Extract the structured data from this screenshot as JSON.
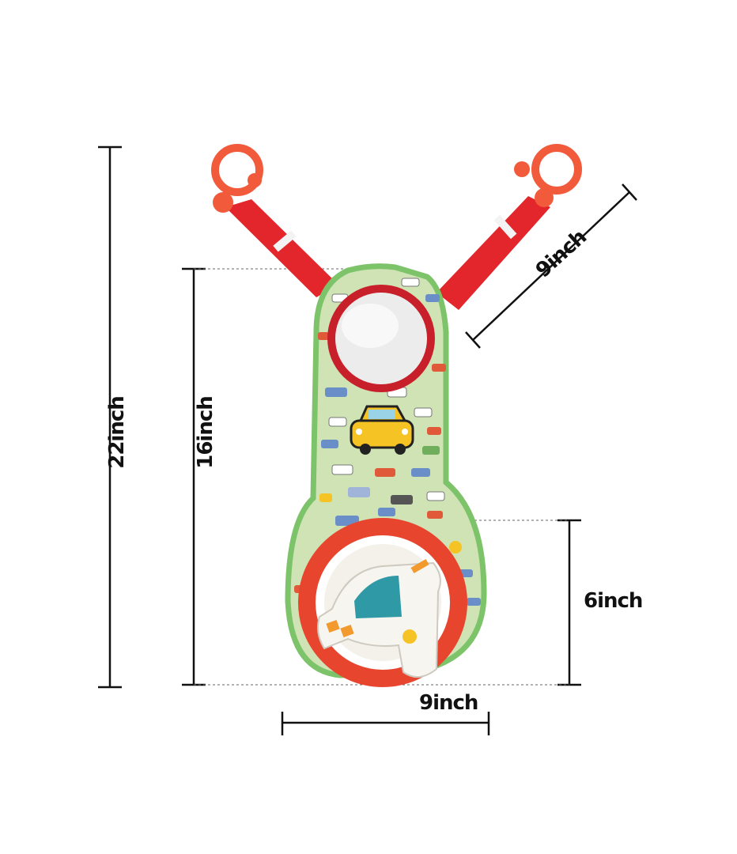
{
  "dimensions": {
    "total_height": "22inch",
    "body_height": "16inch",
    "wheel_height": "6inch",
    "body_width": "9inch",
    "strap_length": "9inch"
  },
  "colors": {
    "strap": "#e3262b",
    "ring": "#f25a3c",
    "body_green": "#cfe3b4",
    "body_border": "#7cc36a",
    "mirror_frame": "#c8202a",
    "wheel_red": "#e8452f",
    "wheel_center": "#f4f1ea",
    "car_yellow": "#f5c324",
    "panel_teal": "#2f9aa6"
  },
  "icons": [
    "ring-clip-icon",
    "mirror-icon",
    "car-icon",
    "steering-wheel-icon"
  ]
}
